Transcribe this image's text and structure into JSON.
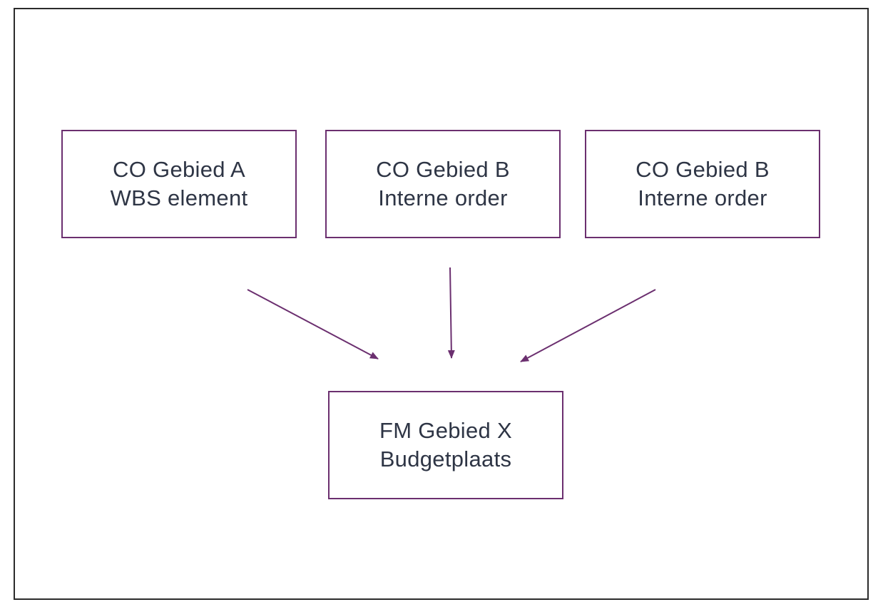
{
  "diagram": {
    "colors": {
      "frame": "#2b2b2b",
      "node_border": "#6b2f6f",
      "arrow": "#6b2f6f",
      "text": "#2e3545"
    },
    "nodes": {
      "a": {
        "line1": "CO Gebied A",
        "line2": "WBS element"
      },
      "b": {
        "line1": "CO Gebied B",
        "line2": "Interne order"
      },
      "c": {
        "line1": "CO Gebied B",
        "line2": "Interne order"
      },
      "x": {
        "line1": "FM Gebied X",
        "line2": "Budgetplaats"
      }
    },
    "edges": [
      {
        "from": "a",
        "to": "x"
      },
      {
        "from": "b",
        "to": "x"
      },
      {
        "from": "c",
        "to": "x"
      }
    ]
  }
}
